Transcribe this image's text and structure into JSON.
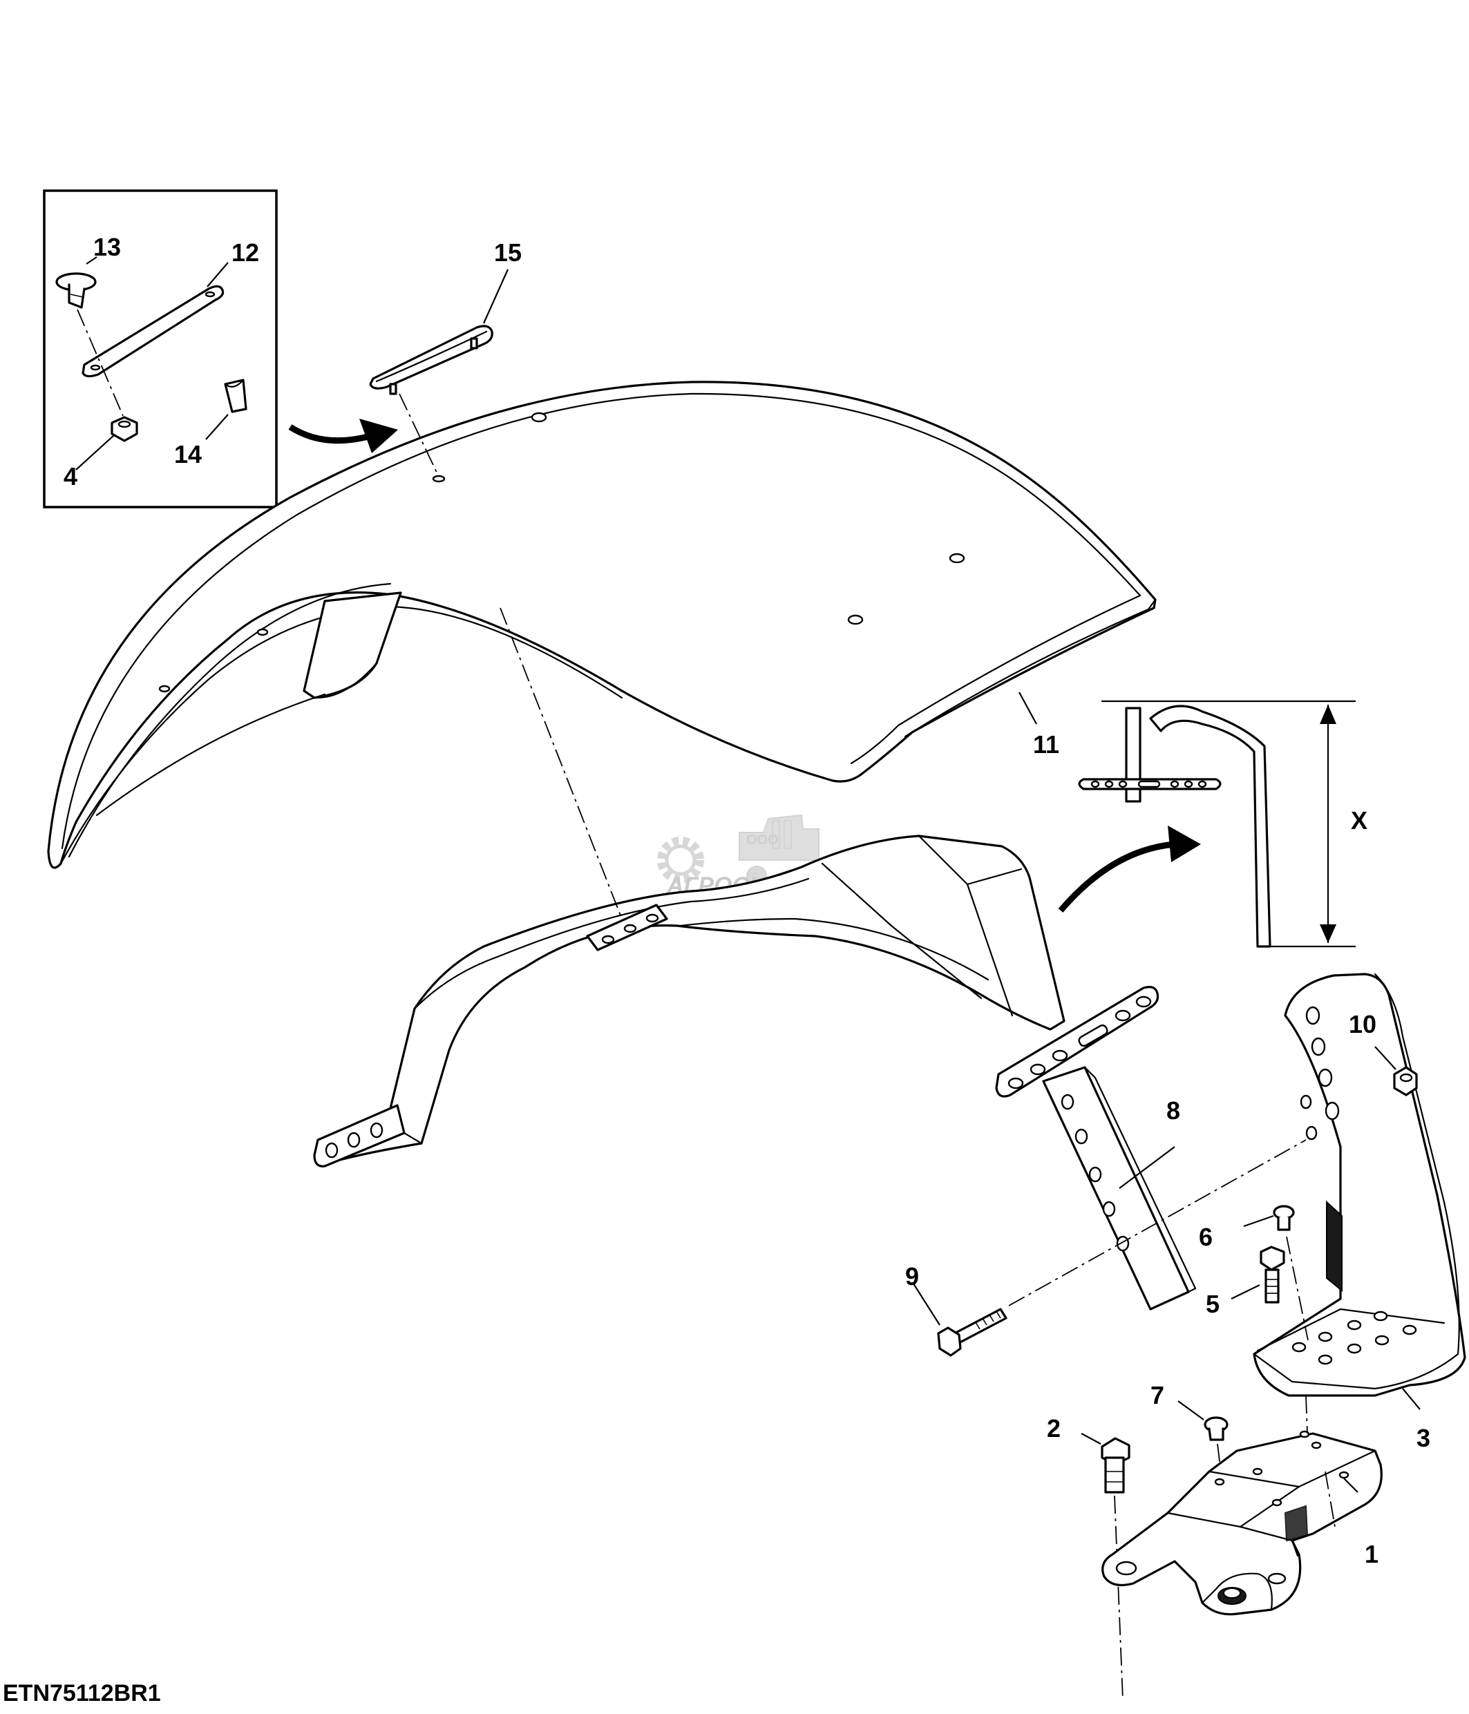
{
  "figure_id": "ETN75112BR1",
  "watermark": {
    "company_form": "ООО",
    "brand": "АГРОСНАБ"
  },
  "dimension_label": "X",
  "callouts": [
    {
      "id": "c1",
      "label": "1"
    },
    {
      "id": "c2",
      "label": "2"
    },
    {
      "id": "c3",
      "label": "3"
    },
    {
      "id": "c4",
      "label": "4"
    },
    {
      "id": "c5",
      "label": "5"
    },
    {
      "id": "c6",
      "label": "6"
    },
    {
      "id": "c7",
      "label": "7"
    },
    {
      "id": "c8",
      "label": "8"
    },
    {
      "id": "c9",
      "label": "9"
    },
    {
      "id": "c10",
      "label": "10"
    },
    {
      "id": "c11",
      "label": "11"
    },
    {
      "id": "c12",
      "label": "12"
    },
    {
      "id": "c13",
      "label": "13"
    },
    {
      "id": "c14",
      "label": "14"
    },
    {
      "id": "c15",
      "label": "15"
    }
  ],
  "colors": {
    "line": "#000000",
    "background": "#ffffff",
    "watermark": "#b8b8b8"
  }
}
